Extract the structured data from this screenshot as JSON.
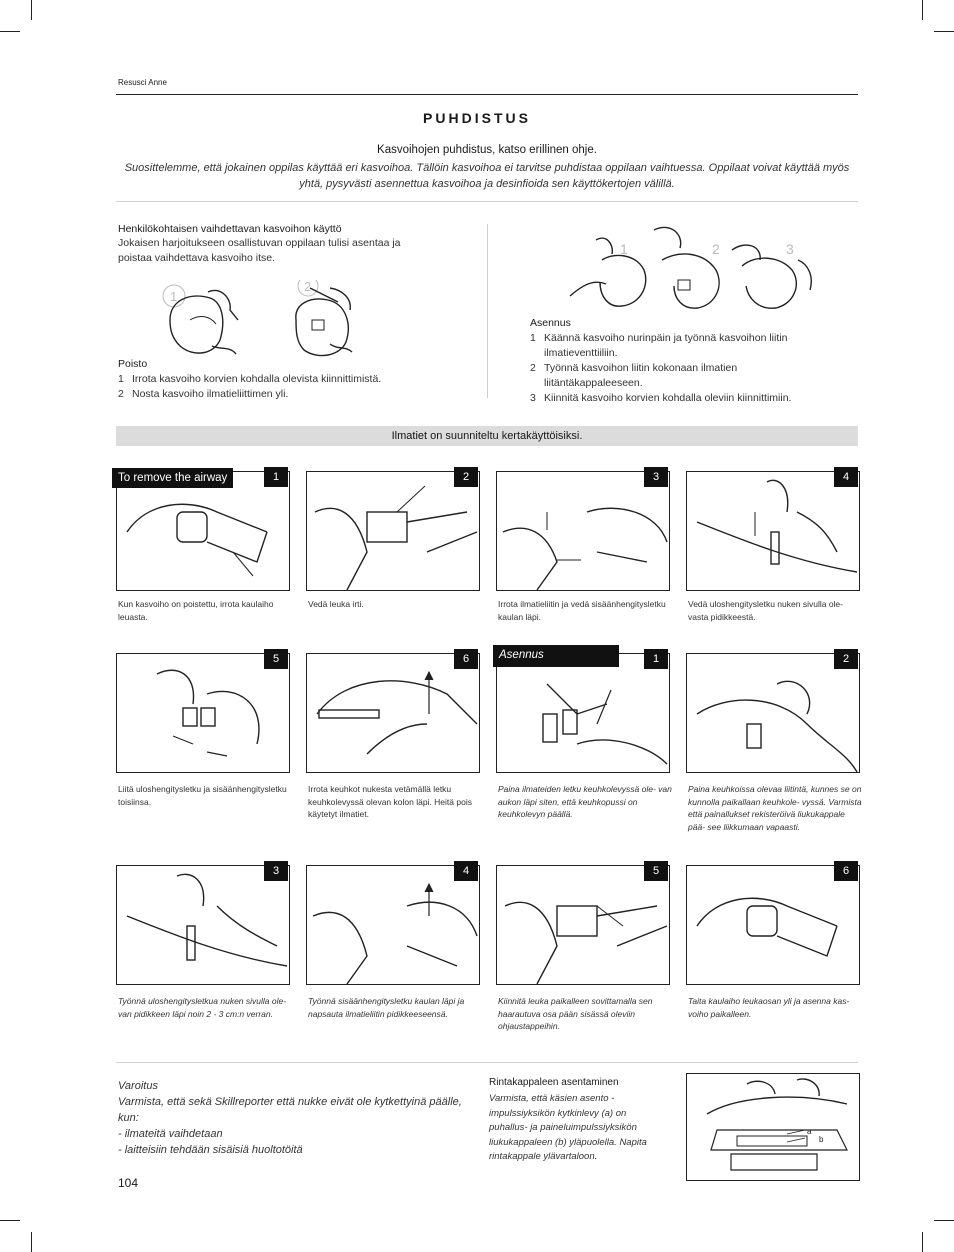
{
  "header": {
    "label": "Resusci Anne"
  },
  "page": {
    "title": "PUHDISTUS",
    "subtitle": "Kasvoihojen puhdistus, katso erillinen ohje.",
    "intro": "Suosittelemme, että jokainen oppilas käyttää eri kasvoihoa. Tällöin kasvoihoa ei tarvitse puhdistaa oppilaan vaihtuessa. Oppilaat voivat käyttää myös yhtä, pysyvästi asennettua kasvoihoa ja desinfioida sen käyttökertojen välillä."
  },
  "left_section": {
    "heading": "Henkilökohtaisen vaihdettavan kasvoihon käyttö",
    "text": "Jokaisen harjoitukseen osallistuvan oppilaan tulisi asentaa ja poistaa vaihdettava kasvoiho itse.",
    "illustration_numbers": [
      "1",
      "2"
    ],
    "removal_heading": "Poisto",
    "removal_steps": [
      {
        "n": "1",
        "text": "Irrota kasvoiho korvien kohdalla olevista kiinnittimistä."
      },
      {
        "n": "2",
        "text": "Nosta kasvoiho ilmatieliittimen yli."
      }
    ]
  },
  "right_section": {
    "illustration_numbers": [
      "1",
      "2",
      "3"
    ],
    "install_heading": "Asennus",
    "install_steps": [
      {
        "n": "1",
        "text": "Käännä kasvoiho nurinpäin ja työnnä kasvoihon liitin ilmatieventtiiliin."
      },
      {
        "n": "2",
        "text": "Työnnä kasvoihon liitin kokonaan ilmatien liitäntäkappaleeseen."
      },
      {
        "n": "3",
        "text": "Kiinnitä kasvoiho korvien kohdalla oleviin kiinnittimiin."
      }
    ]
  },
  "banner": {
    "bold": "Ilmatiet",
    "rest": " on suunniteltu kertakäyttöisiksi."
  },
  "labels": {
    "remove": "To remove the airway",
    "install": "Asennus"
  },
  "steps": [
    {
      "num": "1",
      "caption": "Kun kasvoiho on poistettu, irrota kaulaiho leuasta."
    },
    {
      "num": "2",
      "caption": "Vedä leuka irti."
    },
    {
      "num": "3",
      "caption": "Irrota ilmatieliitin ja vedä sisäänhengitysletku kaulan läpi."
    },
    {
      "num": "4",
      "caption": "Vedä uloshengitysletku nuken sivulla ole- vasta pidikkeestä."
    },
    {
      "num": "5",
      "caption": "Liitä uloshengitysletku ja sisäänhengitysletku toisiinsa."
    },
    {
      "num": "6",
      "caption": "Irrota keuhkot nukesta vetämällä letku keuhkolevyssä olevan kolon läpi. Heitä pois käytetyt ilmatiet."
    },
    {
      "num": "1",
      "caption": "Paina ilmateiden letku keuhkolevyssä ole- van aukon läpi siten, että keuhkopussi on keuhkolevyn päällä."
    },
    {
      "num": "2",
      "caption": "Paina keuhkoissa olevaa liitintä, kunnes se on kunnolla paikallaan keuhkole- vyssä. Varmista että painallukset rekisteröivä liukukappale pää- see liikkumaan vapaasti."
    },
    {
      "num": "3",
      "caption": "Työnnä uloshengitysletkua nuken sivulla ole- van pidikkeen läpi noin 2 - 3 cm:n verran."
    },
    {
      "num": "4",
      "caption": "Työnnä sisäänhengitysletku kaulan läpi ja napsauta ilmatieliitin pidikkeeseensä."
    },
    {
      "num": "5",
      "caption": "Kiinnitä leuka paikalleen sovittamalla sen haarautuva osa pään sisässä oleviin ohjaustappeihin."
    },
    {
      "num": "6",
      "caption": "Taita kaulaiho leukaosan yli ja asenna kas- voiho paikalleen."
    }
  ],
  "warning": {
    "title": "Varoitus",
    "text": "Varmista, että sekä Skillreporter että nukke eivät ole kytkettyinä päälle, kun:",
    "items": [
      "- ilmateitä vaihdetaan",
      "- laitteisiin tehdään sisäisiä huoltotöitä"
    ]
  },
  "chest": {
    "heading": "Rintakappaleen asentaminen",
    "text": "Varmista, että käsien asento -impulssiyksikön kytkinlevy (a) on puhallus- ja paineluimpulssiyksikön liukukappaleen (b) yläpuolella. Napita rintakappale ylävartaloon.",
    "label_a": "a",
    "label_b": "b"
  },
  "footer": {
    "page_number": "104"
  }
}
